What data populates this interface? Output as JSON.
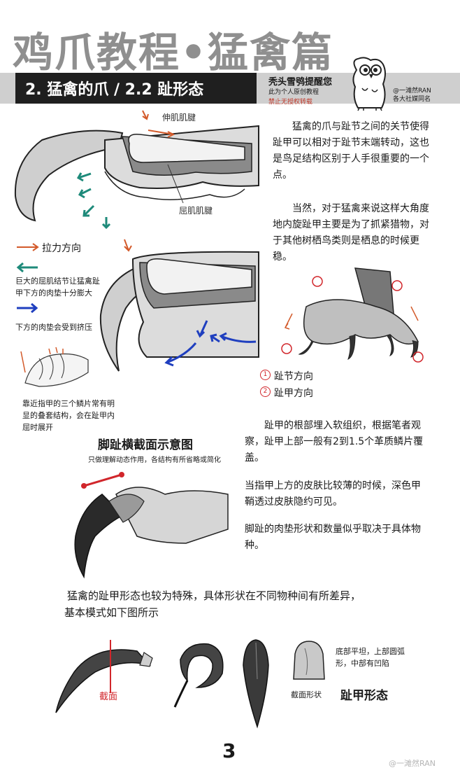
{
  "header": {
    "main_title": "鸡爪教程•猛禽篇",
    "section_title": "2. 猛禽的爪 / 2.2 趾形态",
    "note_line1": "秃头雪鸮提醒您",
    "note_line2": "此为个人原创教程",
    "note_line3": "禁止无授权转载",
    "credit_line1": "@一滩然RAN",
    "credit_line2": "各大社媒同名"
  },
  "diagram_labels": {
    "extensor_tendon": "伸肌肌腱",
    "flexor_tendon": "屈肌肌腱"
  },
  "legend": {
    "pull_direction": "拉力方向",
    "flexor_node_note": "巨大的屈肌结节让猛禽趾甲下方的肉垫十分膨大",
    "pad_squeezed_note": "下方的肉垫会受到挤压",
    "scales_note": "靠近指甲的三个鳞片常有明显的叠套结构，会在趾甲内屈时展开"
  },
  "paragraphs": {
    "p1": "猛禽的爪与趾节之间的关节使得趾甲可以相对于趾节末端转动，这也是鸟足结构区别于人手很重要的一个点。",
    "p2": "当然，对于猛禽来说这样大角度地内旋趾甲主要是为了抓紧猎物，对于其他树栖鸟类则是栖息的时候更稳。",
    "p3": "趾甲的根部埋入软组织，根据笔者观察，趾甲上部一般有2到1.5个革质鳞片覆盖。",
    "p4": "当指甲上方的皮肤比较薄的时候，深色甲鞘透过皮肤隐约可见。",
    "p5": "脚趾的肉垫形状和数量似乎取决于具体物种。",
    "bottom_intro_line1": "猛禽的趾甲形态也较为特殊，具体形状在不同物种间有所差异，",
    "bottom_intro_line2": "基本模式如下图所示"
  },
  "foot_legend": {
    "marker1": "1",
    "marker2": "2",
    "item1": "趾节方向",
    "item2": "趾甲方向"
  },
  "cross_section": {
    "title": "脚趾横截面示意图",
    "subtitle": "只做理解动态作用，各结构有所省略或简化"
  },
  "claw_shape": {
    "section_mark": "截面",
    "desc": "底部平坦，上部圆弧形，中部有凹陷",
    "section_shape_label": "截面形状",
    "title": "趾甲形态"
  },
  "footer": {
    "page_number": "3",
    "watermark": "@一滩然RAN"
  },
  "colors": {
    "orange_arrow": "#d35a2a",
    "teal_arrow": "#1e8a7a",
    "blue_arrow": "#1f3fbf",
    "red_mark": "#d1262b",
    "title_gray": "#8f8f8f"
  }
}
